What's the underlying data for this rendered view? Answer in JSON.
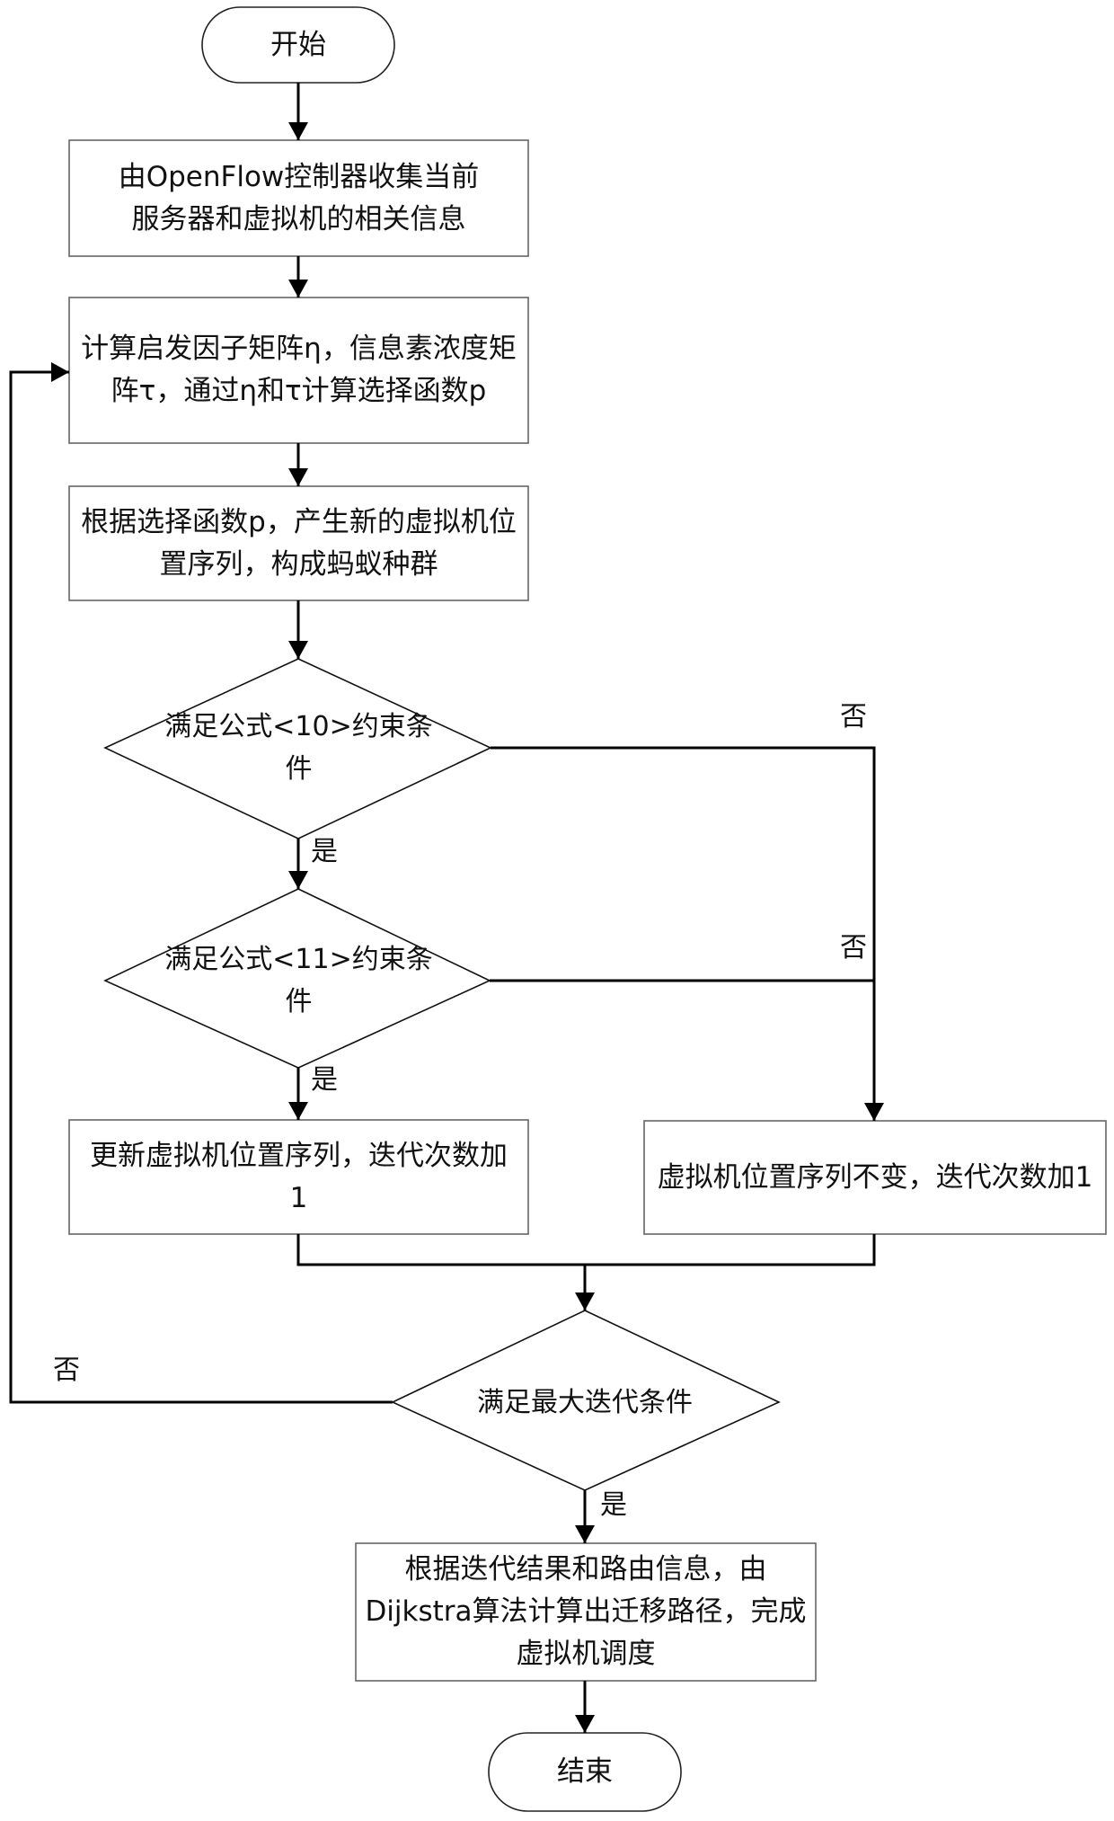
{
  "title": "Virtual machine scheduling flowchart (ant colony + Dijkstra)",
  "colors": {
    "background": "#ffffff",
    "box_border": "#666666",
    "connector": "#000000",
    "text": "#111111"
  },
  "nodes": {
    "start": {
      "type": "terminal",
      "text": "开始"
    },
    "collect": {
      "type": "process",
      "text": "由OpenFlow控制器收集当前服务器和虚拟机的相关信息"
    },
    "compute": {
      "type": "process",
      "text": "计算启发因子矩阵η，信息素浓度矩阵τ，通过η和τ计算选择函数p"
    },
    "generate": {
      "type": "process",
      "text": "根据选择函数p，产生新的虚拟机位置序列，构成蚂蚁种群"
    },
    "check10": {
      "type": "decision",
      "text": "满足公式<10>约束条件"
    },
    "check11": {
      "type": "decision",
      "text": "满足公式<11>约束条件"
    },
    "update": {
      "type": "process",
      "text": "更新虚拟机位置序列，迭代次数加1"
    },
    "keep": {
      "type": "process",
      "text": "虚拟机位置序列不变，迭代次数加1"
    },
    "checkmax": {
      "type": "decision",
      "text": "满足最大迭代条件"
    },
    "finish": {
      "type": "process",
      "text": "根据迭代结果和路由信息，由Dijkstra算法计算出迁移路径，完成虚拟机调度"
    },
    "end": {
      "type": "terminal",
      "text": "结束"
    }
  },
  "edges": [
    {
      "from": "start",
      "to": "collect",
      "label": ""
    },
    {
      "from": "collect",
      "to": "compute",
      "label": ""
    },
    {
      "from": "compute",
      "to": "generate",
      "label": ""
    },
    {
      "from": "generate",
      "to": "check10",
      "label": ""
    },
    {
      "from": "check10",
      "to": "check11",
      "label": "是"
    },
    {
      "from": "check10",
      "to": "keep",
      "label": "否"
    },
    {
      "from": "check11",
      "to": "update",
      "label": "是"
    },
    {
      "from": "check11",
      "to": "keep",
      "label": "否"
    },
    {
      "from": "update",
      "to": "checkmax",
      "label": ""
    },
    {
      "from": "keep",
      "to": "checkmax",
      "label": ""
    },
    {
      "from": "checkmax",
      "to": "compute",
      "label": "否"
    },
    {
      "from": "checkmax",
      "to": "finish",
      "label": "是"
    },
    {
      "from": "finish",
      "to": "end",
      "label": ""
    }
  ],
  "edge_labels": {
    "yes": "是",
    "no": "否"
  }
}
